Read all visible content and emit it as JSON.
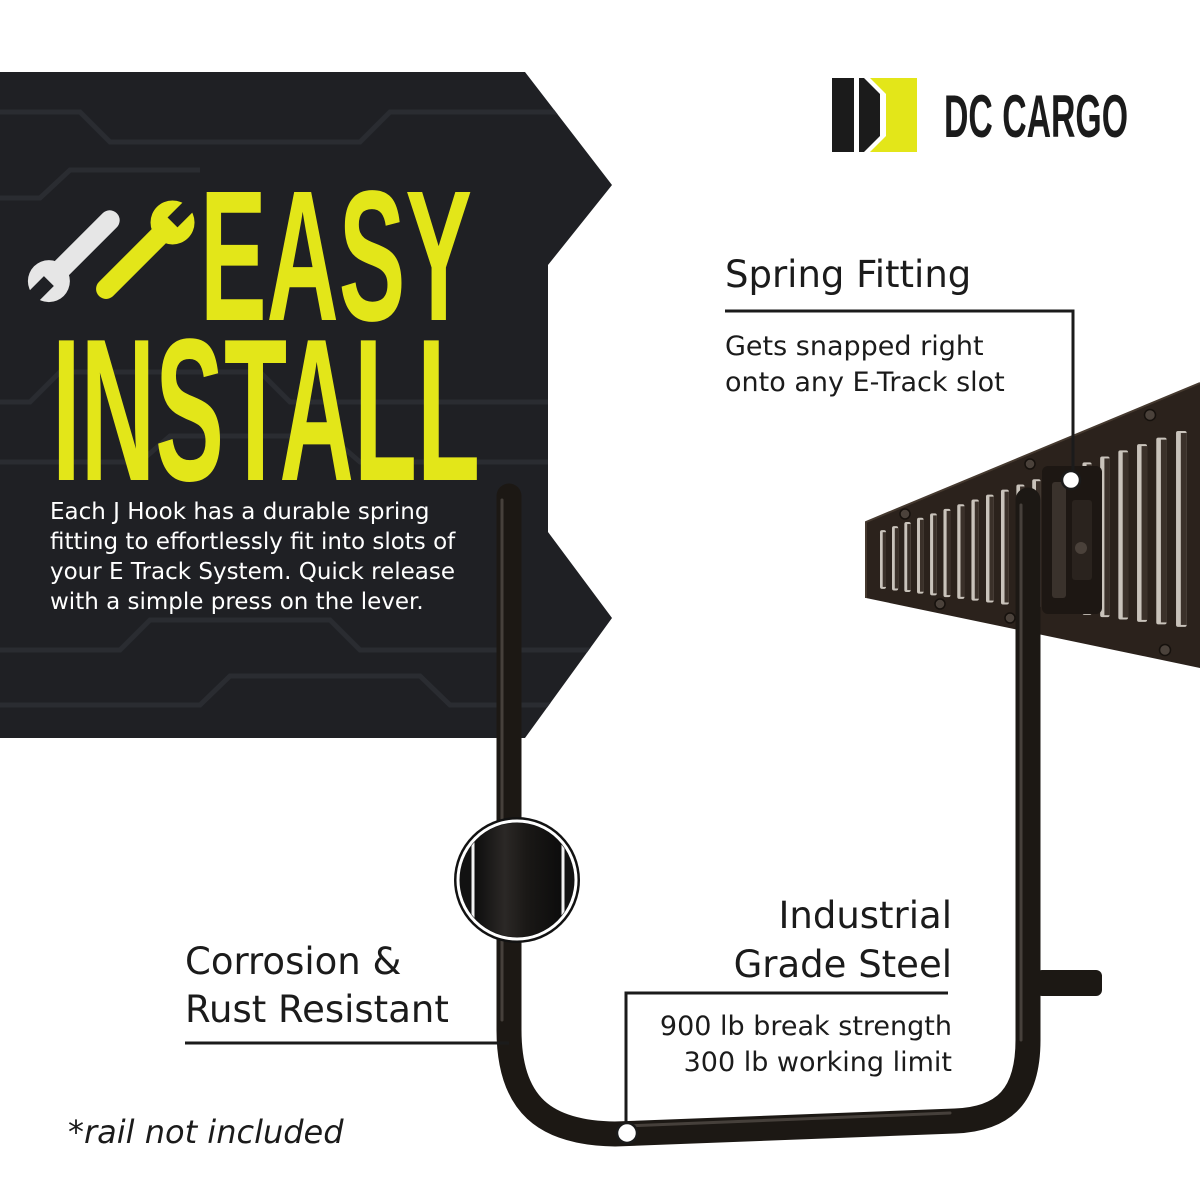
{
  "brand": {
    "name": "DC CARGO"
  },
  "icons": {
    "tool_icons": [
      "wrench-icon",
      "wrench-icon"
    ],
    "logo_mark": "dc-cargo-logo-mark-icon"
  },
  "colors": {
    "accent_yellow": "#e3e619",
    "panel_dark": "#1f2024",
    "text_dark": "#1b1b1b",
    "text_light": "#ffffff"
  },
  "headline": {
    "line1": "EASY",
    "line2": "INSTALL"
  },
  "intro": {
    "lines": [
      "Each J Hook has a durable spring",
      "fitting to effortlessly fit into slots of",
      "your E Track System. Quick release",
      "with a simple press on the lever."
    ]
  },
  "callouts": {
    "spring_fitting": {
      "title": "Spring Fitting",
      "lines": [
        "Gets snapped right",
        "onto any E-Track slot"
      ]
    },
    "steel": {
      "title": [
        "Industrial",
        "Grade Steel"
      ],
      "lines": [
        "900 lb break strength",
        "300 lb working limit"
      ]
    },
    "corrosion": {
      "title": [
        "Corrosion &",
        "Rust Resistant"
      ]
    }
  },
  "footnote": "*rail not included"
}
